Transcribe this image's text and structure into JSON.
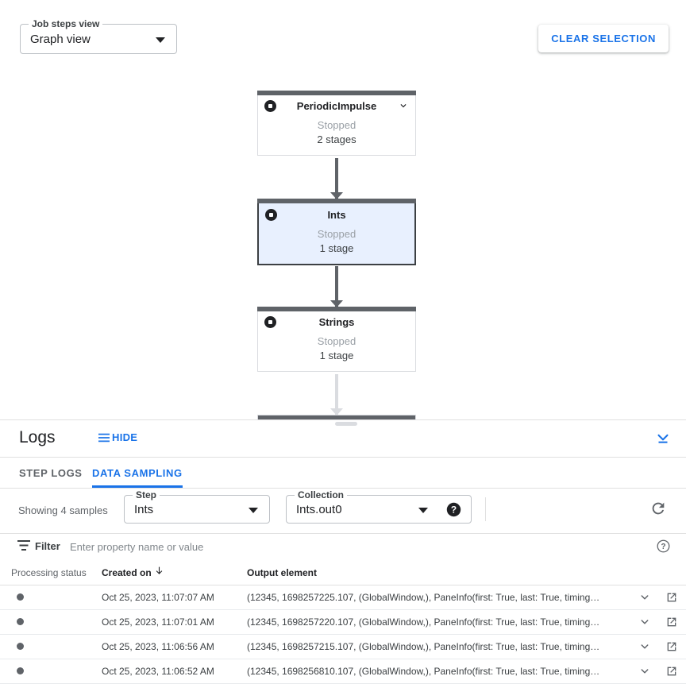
{
  "graph": {
    "job_steps_view": {
      "label": "Job steps view",
      "value": "Graph view",
      "icon": "chevron-down-icon"
    },
    "clear_selection_label": "CLEAR SELECTION",
    "nodes": [
      {
        "title": "PeriodicImpulse",
        "status": "Stopped",
        "stages": "2 stages",
        "selected": false,
        "has_chevron": true
      },
      {
        "title": "Ints",
        "status": "Stopped",
        "stages": "1 stage",
        "selected": true,
        "has_chevron": false
      },
      {
        "title": "Strings",
        "status": "Stopped",
        "stages": "1 stage",
        "selected": false,
        "has_chevron": false
      }
    ],
    "colors": {
      "node_top_bar": "#5f6368",
      "selected_fill": "#e8f0fe",
      "selected_border": "#3c4043",
      "connector_active": "#5f6368",
      "connector_inactive": "#dadce0"
    }
  },
  "logs": {
    "title": "Logs",
    "hide_label": "HIDE",
    "hide_icon": "list-lines-icon",
    "collapse_icon": "collapse-panel-icon",
    "tabs": [
      {
        "label": "STEP LOGS",
        "active": false
      },
      {
        "label": "DATA SAMPLING",
        "active": true
      }
    ],
    "accent_color": "#1a73e8"
  },
  "sampling": {
    "showing_text": "Showing 4 samples",
    "step": {
      "label": "Step",
      "value": "Ints"
    },
    "collection": {
      "label": "Collection",
      "value": "Ints.out0",
      "help_icon": "help-icon"
    },
    "refresh_icon": "refresh-icon",
    "filter": {
      "icon": "filter-icon",
      "label": "Filter",
      "placeholder": "Enter property name or value",
      "value": "",
      "help_icon": "help-outline-icon"
    },
    "table": {
      "columns": [
        {
          "key": "status",
          "label": "Processing status",
          "sorted": false
        },
        {
          "key": "created",
          "label": "Created on",
          "sorted": true,
          "sort_icon": "arrow-down-icon"
        },
        {
          "key": "output",
          "label": "Output element",
          "sorted": false
        }
      ],
      "rows": [
        {
          "status": "processed",
          "created": "Oct 25, 2023, 11:07:07 AM",
          "output": "(12345, 1698257225.107, (GlobalWindow,), PaneInfo(first: True, last: True, timing…",
          "expand_icon": "chevron-down-icon",
          "open_icon": "open-in-new-icon"
        },
        {
          "status": "processed",
          "created": "Oct 25, 2023, 11:07:01 AM",
          "output": "(12345, 1698257220.107, (GlobalWindow,), PaneInfo(first: True, last: True, timing…",
          "expand_icon": "chevron-down-icon",
          "open_icon": "open-in-new-icon"
        },
        {
          "status": "processed",
          "created": "Oct 25, 2023, 11:06:56 AM",
          "output": "(12345, 1698257215.107, (GlobalWindow,), PaneInfo(first: True, last: True, timing…",
          "expand_icon": "chevron-down-icon",
          "open_icon": "open-in-new-icon"
        },
        {
          "status": "processed",
          "created": "Oct 25, 2023, 11:06:52 AM",
          "output": "(12345, 1698256810.107, (GlobalWindow,), PaneInfo(first: True, last: True, timing…",
          "expand_icon": "chevron-down-icon",
          "open_icon": "open-in-new-icon"
        }
      ]
    }
  }
}
